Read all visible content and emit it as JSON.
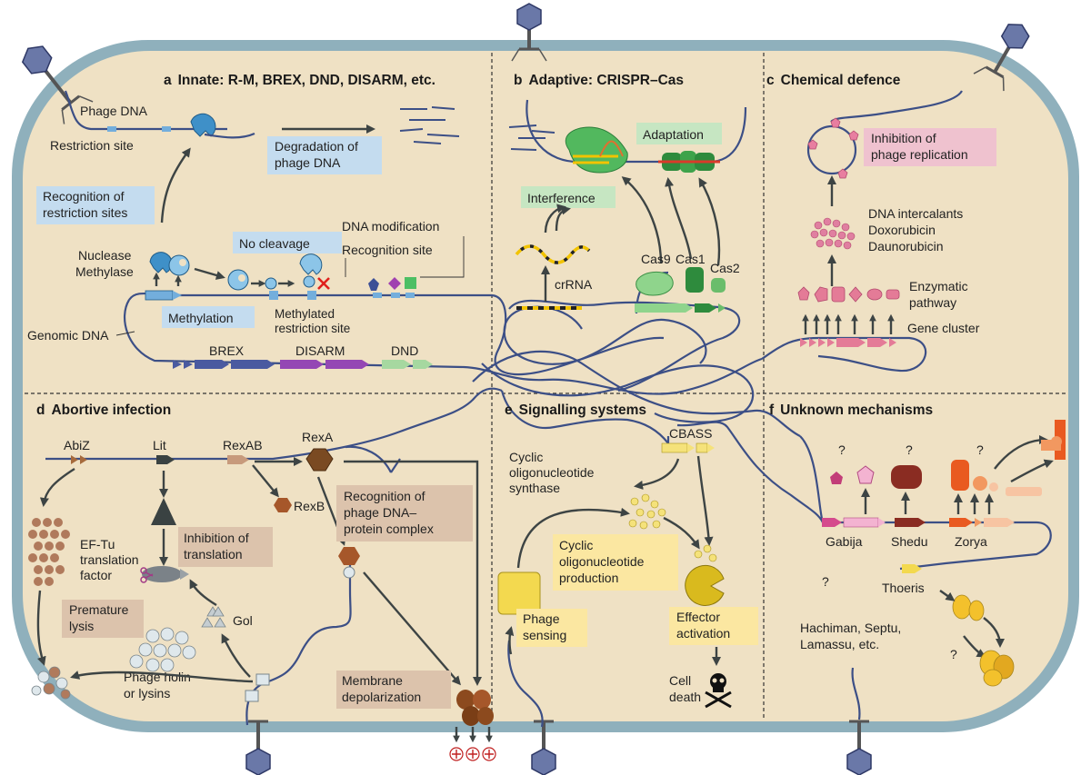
{
  "panels": {
    "a": {
      "letter": "a",
      "title": "Innate: R-M, BREX, DND, DISARM, etc."
    },
    "b": {
      "letter": "b",
      "title": "Adaptive: CRISPR–Cas"
    },
    "c": {
      "letter": "c",
      "title": "Chemical defence"
    },
    "d": {
      "letter": "d",
      "title": "Abortive infection"
    },
    "e": {
      "letter": "e",
      "title": "Signalling systems"
    },
    "f": {
      "letter": "f",
      "title": "Unknown mechanisms"
    }
  },
  "a": {
    "phage_dna": "Phage DNA",
    "restriction_site": "Restriction site",
    "degradation": [
      "Degradation of",
      "phage DNA"
    ],
    "recognition": [
      "Recognition of",
      "restriction sites"
    ],
    "nuclease": "Nuclease",
    "methylase": "Methylase",
    "no_cleavage": "No cleavage",
    "dna_modification": "DNA modification",
    "recognition_site": "Recognition site",
    "methylation": "Methylation",
    "methylated": [
      "Methylated",
      "restriction site"
    ],
    "genomic_dna": "Genomic DNA",
    "brex": "BREX",
    "disarm": "DISARM",
    "dnd": "DND"
  },
  "b": {
    "adaptation": "Adaptation",
    "interference": "Interference",
    "crrna": "crRNA",
    "cas9": "Cas9",
    "cas1": "Cas1",
    "cas2": "Cas2"
  },
  "c": {
    "inhibition": [
      "Inhibition of",
      "phage replication"
    ],
    "intercalants": [
      "DNA intercalants",
      "Doxorubicin",
      "Daunorubicin"
    ],
    "enzymatic": [
      "Enzymatic",
      "pathway"
    ],
    "gene_cluster": "Gene cluster"
  },
  "d": {
    "abiz": "AbiZ",
    "lit": "Lit",
    "rexab": "RexAB",
    "rexa": "RexA",
    "rexb": "RexB",
    "recognition_complex": [
      "Recognition of",
      "phage DNA–",
      "protein complex"
    ],
    "eftu": [
      "EF-Tu",
      "translation",
      "factor"
    ],
    "inhibition_translation": [
      "Inhibition of",
      "translation"
    ],
    "gol": "Gol",
    "premature_lysis": [
      "Premature",
      "lysis"
    ],
    "holin": [
      "Phage holin",
      "or lysins"
    ],
    "membrane": [
      "Membrane",
      "depolarization"
    ]
  },
  "e": {
    "cbass": "CBASS",
    "synthase": [
      "Cyclic",
      "oligonucleotide",
      "synthase"
    ],
    "production": [
      "Cyclic",
      "oligonucleotide",
      "production"
    ],
    "phage_sensing": [
      "Phage",
      "sensing"
    ],
    "effector": [
      "Effector",
      "activation"
    ],
    "cell_death": [
      "Cell",
      "death"
    ]
  },
  "f": {
    "gabija": "Gabija",
    "shedu": "Shedu",
    "zorya": "Zorya",
    "thoeris": "Thoeris",
    "others": [
      "Hachiman, Septu,",
      "Lamassu, etc."
    ],
    "unknown_mark": "?"
  },
  "colors": {
    "cell_fill": "#efe1c4",
    "cell_wall": "#8fb0bc",
    "dna": "#3c4f86",
    "blue_box": "#c4dcef",
    "green_box": "#c6e6c2",
    "pink_box": "#efc2cf",
    "tan_box": "#dcc3ac",
    "yellow_box": "#fbe7a1"
  }
}
